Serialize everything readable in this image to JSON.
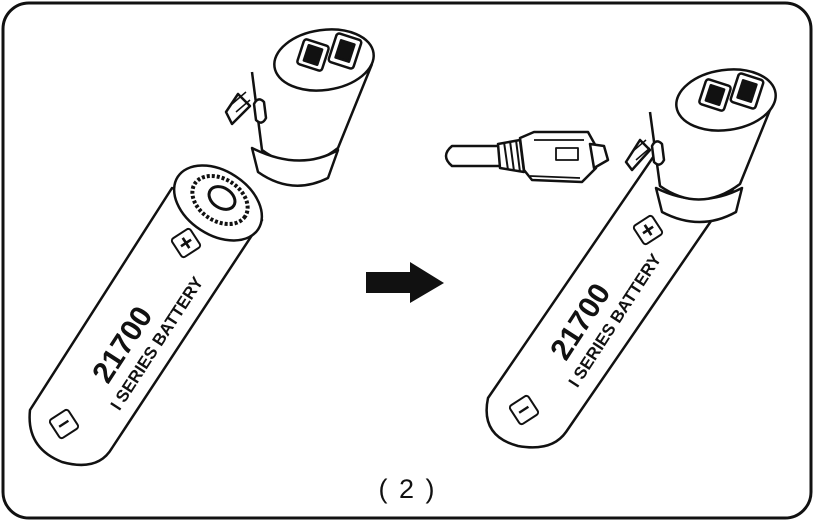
{
  "figure": {
    "step_label": "( 2 )",
    "left_battery": {
      "model": "21700",
      "series": "I SERIES BATTERY",
      "positive_symbol": "+",
      "negative_symbol": "−"
    },
    "right_battery": {
      "model": "21700",
      "series": "I SERIES BATTERY",
      "positive_symbol": "+",
      "negative_symbol": "−"
    }
  }
}
